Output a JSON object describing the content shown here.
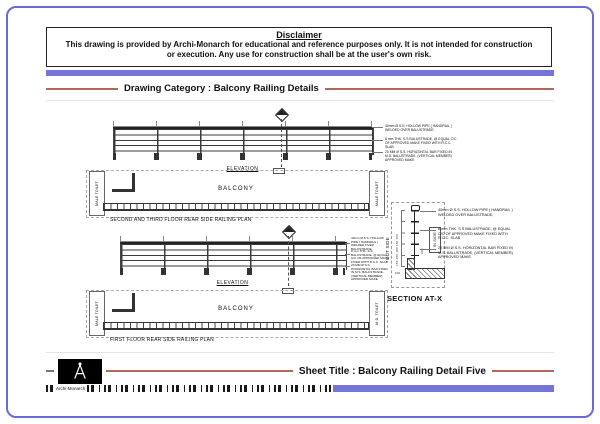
{
  "colors": {
    "accent_purple": "#7474d9",
    "rule_red": "#b2675b",
    "page_border_blue": "#6a6ad4"
  },
  "disclaimer": {
    "title": "Disclaimer",
    "body": "This drawing is provided by Archi-Monarch for educational and reference purposes only. It is not intended for construction or execution. Any use for construction shall be at the user's own risk."
  },
  "header": {
    "category_label": "Drawing Category : Balcony Railing Details"
  },
  "elevations": {
    "caption": "ELEVATION"
  },
  "plans": {
    "plan1": {
      "room": "BALCONY",
      "left_room": "MALE TOILET",
      "right_room": "MALE TOILET",
      "caption": "SECOND AND THIRD FLOOR REAR SIDE RAILING PLAN"
    },
    "plan2": {
      "room": "BALCONY",
      "left_room": "MALE TOILET",
      "right_room": "M.D. TOILET",
      "caption": "FIRST FLOOR REAR SIDE RAILING PLAN"
    }
  },
  "section": {
    "caption": "SECTION AT-X",
    "out_label": "OUT SIDE",
    "in_label": "IN SIDE",
    "dim_chain": "150 150 150 150 150",
    "dim_height": "900",
    "dim_base": "100"
  },
  "notes": [
    "40mm Ø S.S. HOLLOW PIPE ( HANDRAIL ) WELDED OVER BALUSTRADE,",
    "8 mm THK. S.S BALUSTRADE, @ EQUAL C/C OF APPROVED MAKE FIXED WITH R.C.C. SLAB",
    "20 MM Ø S.S. HORIZONTAL BAR FIXED IN M.S. BALUSTRADE, (VERTICAL MEMBER) APPROVED MAKE"
  ],
  "footer": {
    "sheet_title_label": "Sheet Title : Balcony Railing Detail Five",
    "brand": "Archi-Monarch"
  }
}
